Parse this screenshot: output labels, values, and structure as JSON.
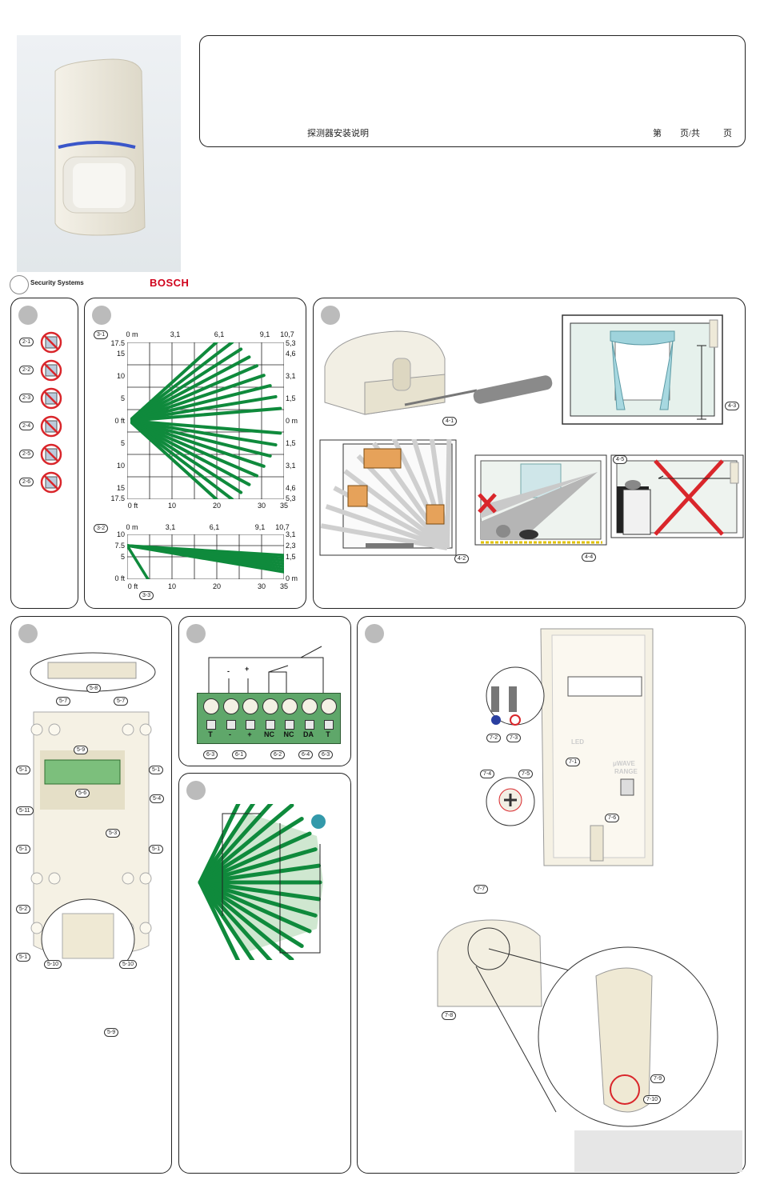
{
  "header": {
    "title": "探测器安装说明",
    "page_indicator": {
      "prefix": "第",
      "mid": "页/共",
      "suffix": "页"
    }
  },
  "brand": {
    "company": "Security Systems",
    "logo_text": "BOSCH",
    "accent": "#d0021b"
  },
  "colors": {
    "coverage": "#0f8a3c",
    "prohibit": "#d9262b",
    "panel_border": "#222222",
    "badge": "#bbbbbb"
  },
  "section2": {
    "items": [
      {
        "tag": "2-1",
        "icon": "no-window-sunlight-icon"
      },
      {
        "tag": "2-2",
        "icon": "no-heat-source-icon"
      },
      {
        "tag": "2-3",
        "icon": "no-door-icon"
      },
      {
        "tag": "2-4",
        "icon": "no-heater-icon"
      },
      {
        "tag": "2-5",
        "icon": "no-radiator-icon"
      },
      {
        "tag": "2-6",
        "icon": "no-outdoor-icon"
      }
    ]
  },
  "section3": {
    "top": {
      "tag": "3-1",
      "x_top_ticks": [
        "0 m",
        "3,1",
        "6,1",
        "9,1",
        "10,7"
      ],
      "x_bottom_ticks": [
        "0 ft",
        "10",
        "20",
        "30",
        "35"
      ],
      "y_left_ticks": [
        "17.5",
        "15",
        "10",
        "5",
        "0 ft",
        "5",
        "10",
        "15",
        "17.5"
      ],
      "y_right_ticks": [
        "5,3",
        "4,6",
        "3,1",
        "1,5",
        "0 m",
        "1,5",
        "3,1",
        "4,6",
        "5,3"
      ]
    },
    "side": {
      "tag": "3-2",
      "tag_bottom": "3-3",
      "x_top_ticks": [
        "0 m",
        "3,1",
        "6,1",
        "9,1",
        "10,7"
      ],
      "x_bottom_ticks": [
        "0 ft",
        "10",
        "20",
        "30",
        "35"
      ],
      "y_left_ticks": [
        "10",
        "7.5",
        "5",
        "0 ft"
      ],
      "y_right_ticks": [
        "3,1",
        "2,3",
        "1,5",
        "0 m"
      ]
    }
  },
  "section4": {
    "tags": [
      "4-1",
      "4-2",
      "4-3",
      "4-4",
      "4-5"
    ]
  },
  "section5": {
    "tags": [
      "5-1",
      "5-2",
      "5-3",
      "5-4",
      "5-6",
      "5-7",
      "5-8",
      "5-9",
      "5-10",
      "5-11"
    ]
  },
  "section6": {
    "terminal_labels": [
      "T",
      "-",
      "+",
      "NC",
      "NC",
      "DA",
      "T"
    ],
    "polarity": {
      "minus": "-",
      "plus": "+"
    },
    "tags": [
      "6-3",
      "6-1",
      "6-2",
      "6-4",
      "6-3"
    ]
  },
  "section7": {
    "tags": [
      "7-1",
      "7-2",
      "7-3",
      "7-4",
      "7-5",
      "7-6",
      "7-7",
      "7-8",
      "7-9",
      "7-10"
    ],
    "board_text": {
      "led": "LED",
      "wave": "μWAVE",
      "range": "RANGE"
    }
  }
}
